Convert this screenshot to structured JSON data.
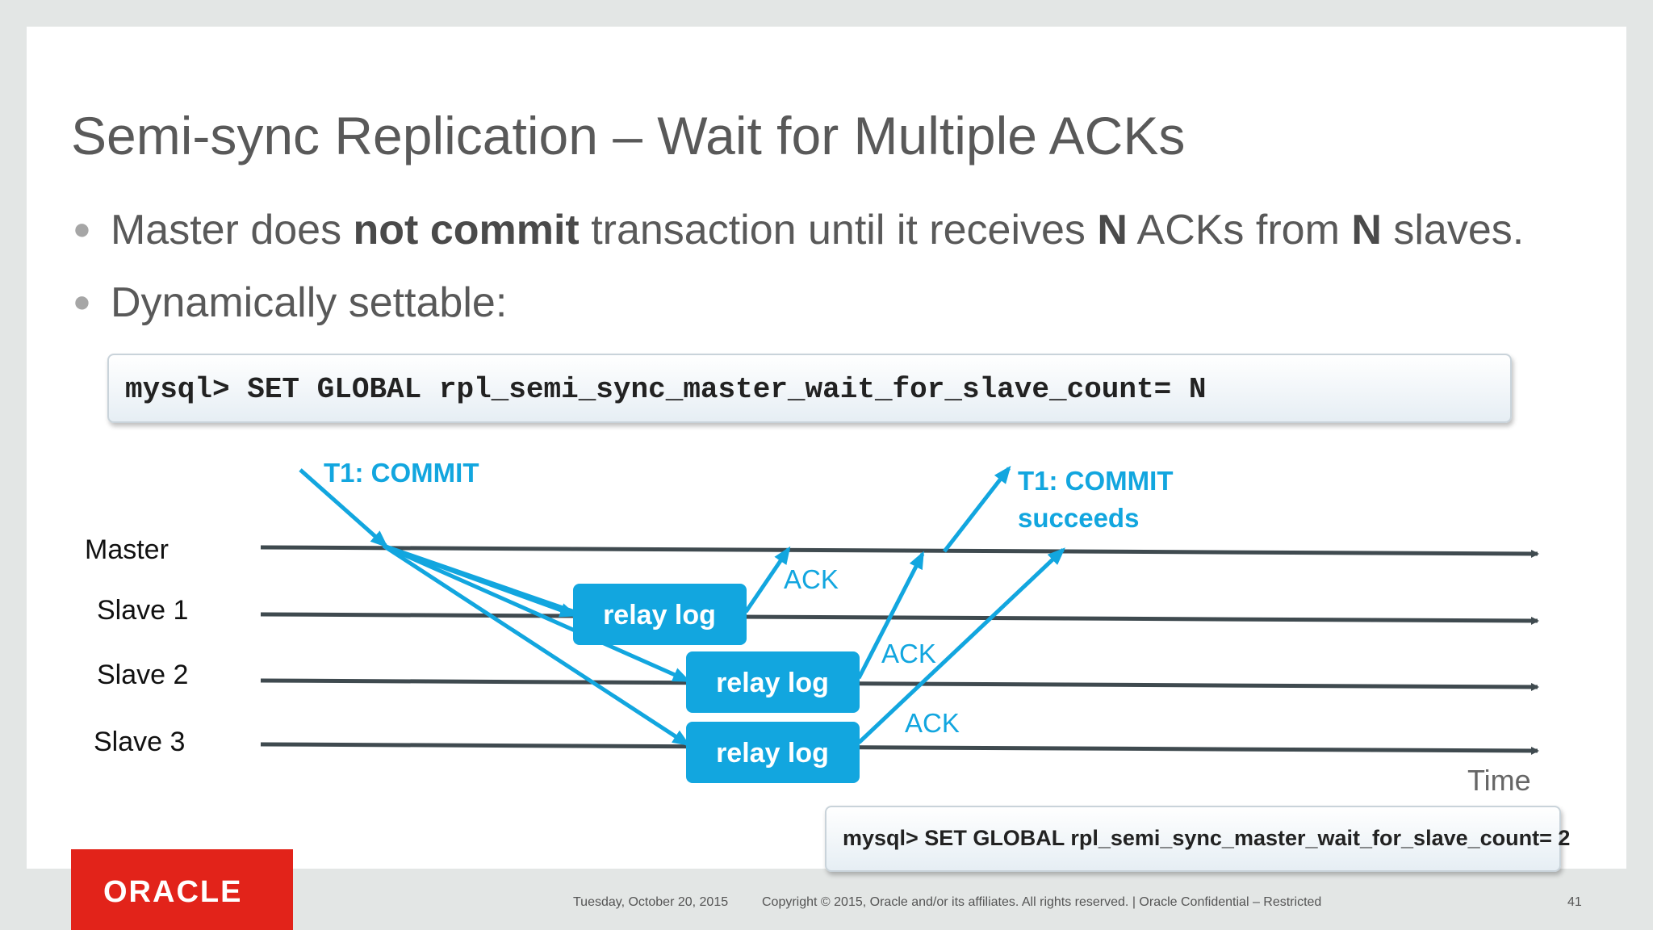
{
  "slide": {
    "title": "Semi-sync Replication – Wait for Multiple ACKs",
    "bullets": [
      {
        "pre": "Master does ",
        "bold1": "not commit",
        "mid": " transaction until it receives ",
        "bold2": "N",
        "mid2": " ACKs from ",
        "bold3": "N",
        "post": " slaves."
      },
      {
        "text": "Dynamically settable:"
      }
    ],
    "command_main": "mysql> SET GLOBAL rpl_semi_sync_master_wait_for_slave_count= N",
    "command_example": "mysql> SET GLOBAL rpl_semi_sync_master_wait_for_slave_count= 2"
  },
  "diagram": {
    "nodes": [
      "Master",
      "Slave 1",
      "Slave 2",
      "Slave 3"
    ],
    "commit_start": "T1: COMMIT",
    "commit_end_line1": "T1: COMMIT",
    "commit_end_line2": "succeeds",
    "relay_label": "relay log",
    "ack_label": "ACK",
    "time_label": "Time",
    "colors": {
      "accent": "#12a6df",
      "timeline": "#3f4a4f"
    }
  },
  "footer": {
    "brand": "ORACLE",
    "date": "Tuesday, October 20, 2015",
    "copyright": "Copyright © 2015, Oracle and/or its affiliates. All rights reserved.  |  Oracle Confidential – Restricted",
    "page": "41"
  }
}
